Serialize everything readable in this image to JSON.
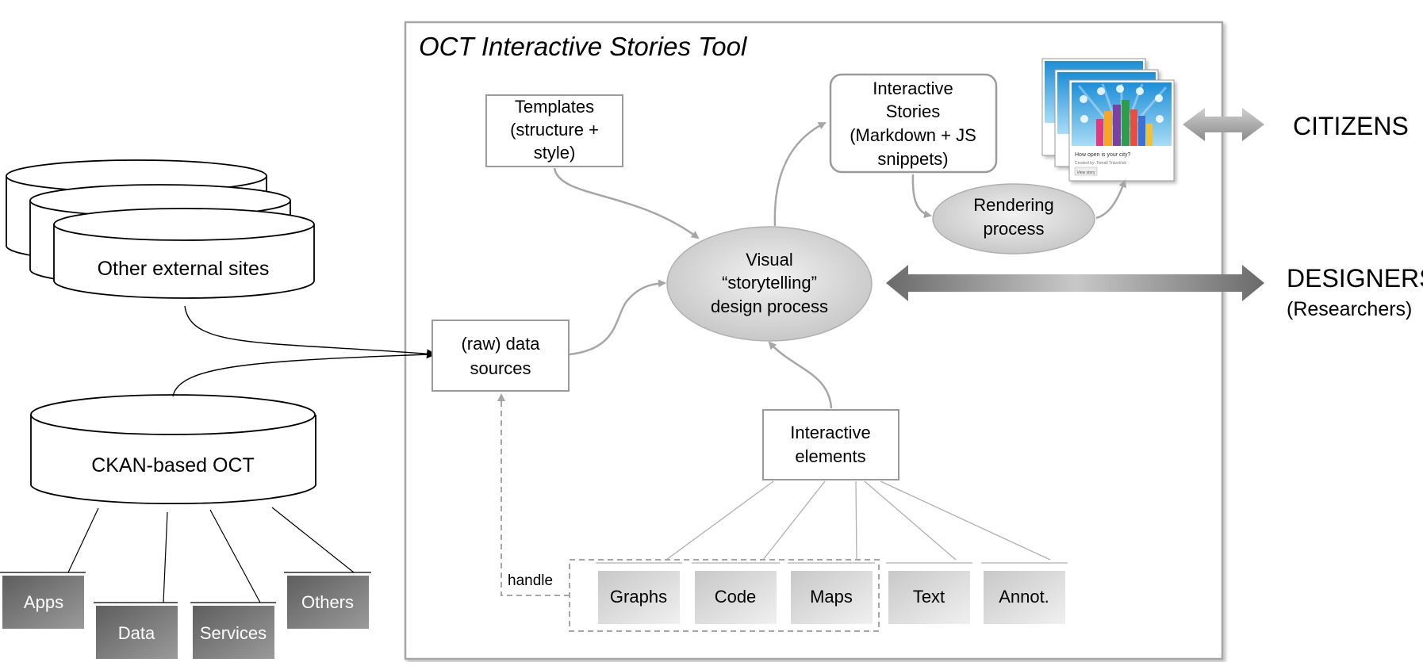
{
  "tool": {
    "title": "OCT Interactive Stories Tool"
  },
  "external": {
    "sites_label": "Other external sites",
    "ckan_label": "CKAN-based OCT",
    "children": [
      {
        "label": "Apps"
      },
      {
        "label": "Data"
      },
      {
        "label": "Services"
      },
      {
        "label": "Others"
      }
    ]
  },
  "nodes": {
    "templates": [
      "Templates",
      "(structure +",
      "style)"
    ],
    "raw_data": [
      "(raw) data",
      "sources"
    ],
    "visual_process": [
      "Visual",
      "“storytelling”",
      "design process"
    ],
    "interactive_stories": [
      "Interactive",
      "Stories",
      "(Markdown + JS",
      "snippets)"
    ],
    "rendering": [
      "Rendering",
      "process"
    ],
    "interactive_elements": [
      "Interactive",
      "elements"
    ]
  },
  "handle_label": "handle",
  "elements": [
    {
      "label": "Graphs"
    },
    {
      "label": "Code"
    },
    {
      "label": "Maps"
    },
    {
      "label": "Text"
    },
    {
      "label": "Annot."
    }
  ],
  "actors": {
    "citizens": "CITIZENS",
    "designers": "DESIGNERS",
    "designers_sub": "(Researchers)"
  },
  "thumbnail": {
    "caption": "How open is your city?",
    "byline": "Created by: Tomáš Trávníček",
    "button": "View story"
  },
  "colors": {
    "box_border": "#9a9a9a",
    "gray_fill_light": "#e6e6e6",
    "gray_fill_dark": "#6f6f6f",
    "arrow_gray": "#a6a6a6"
  }
}
